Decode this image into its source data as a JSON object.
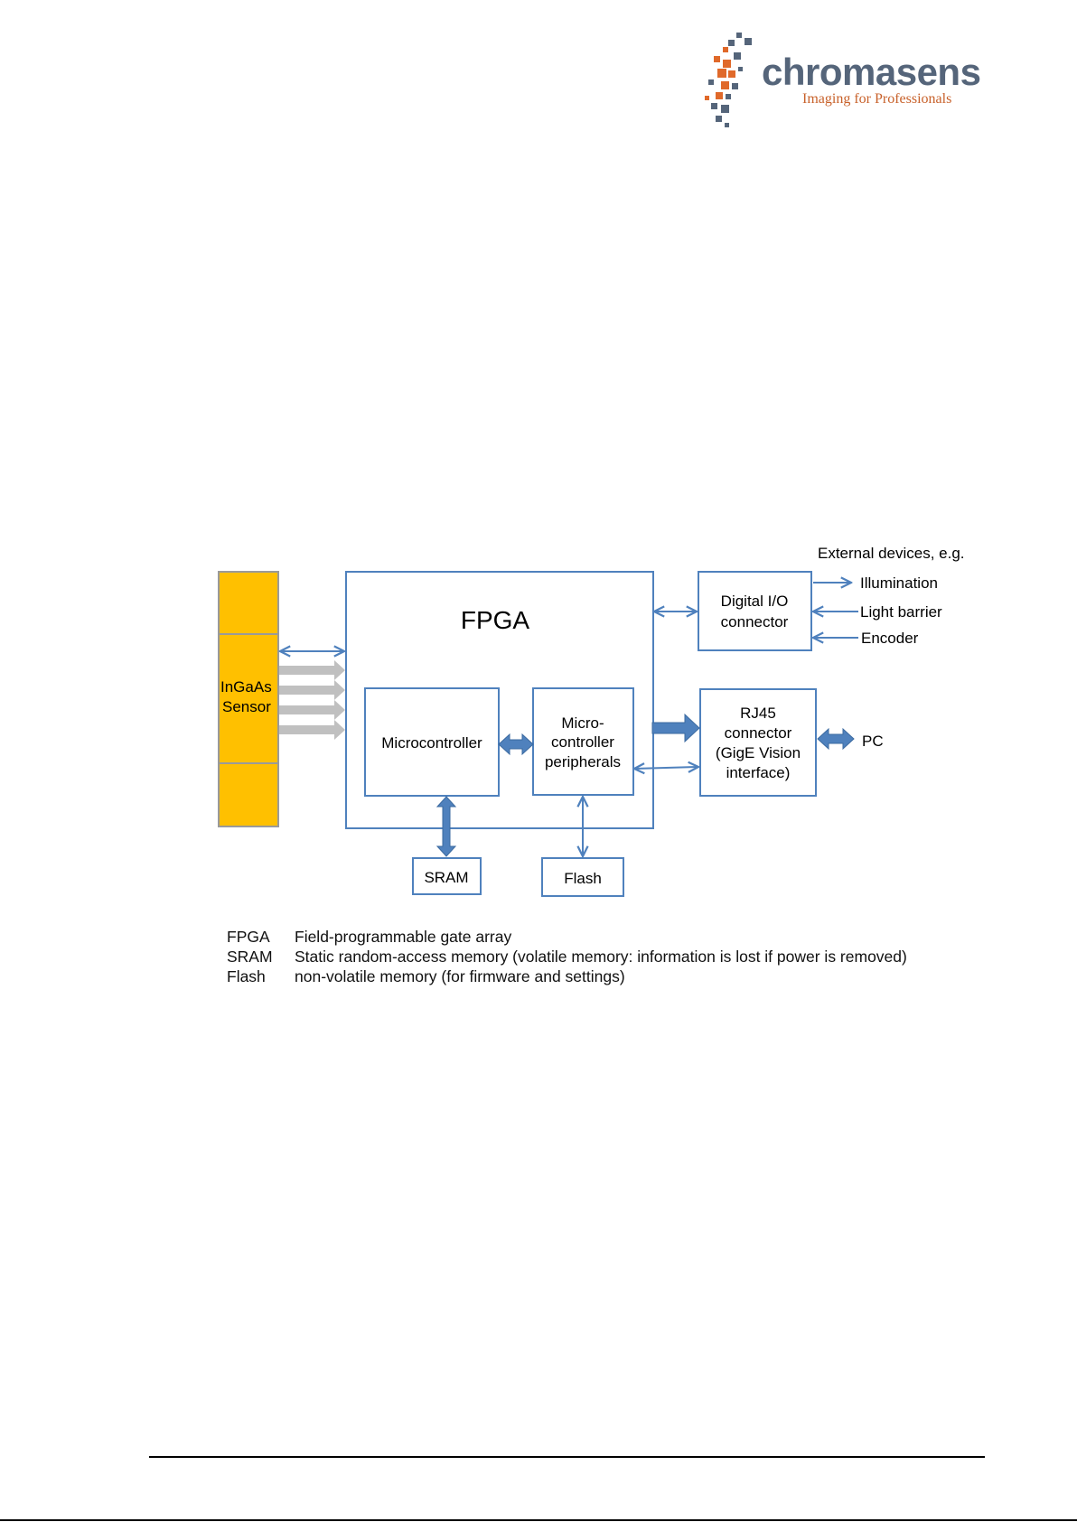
{
  "logo": {
    "brand": "chromasens",
    "tagline": "Imaging for Professionals",
    "colors": {
      "brand": "#55657a",
      "accent": "#e0692a"
    }
  },
  "diagram": {
    "fpga_title": "FPGA",
    "sensor_label_line1": "InGaAs",
    "sensor_label_line2": "Sensor",
    "microcontroller": "Microcontroller",
    "peripherals_line1": "Micro-",
    "peripherals_line2": "controller",
    "peripherals_line3": "peripherals",
    "digital_io_line1": "Digital I/O",
    "digital_io_line2": "connector",
    "rj45_line1": "RJ45",
    "rj45_line2": "connector",
    "rj45_line3": "(GigE Vision",
    "rj45_line4": "interface)",
    "sram": "SRAM",
    "flash": "Flash",
    "external_header": "External devices, e.g.",
    "ext_illumination": "Illumination",
    "ext_light_barrier": "Light barrier",
    "ext_encoder": "Encoder",
    "pc": "PC",
    "colors": {
      "line": "#4f81bd",
      "sensor": "#ffc000",
      "sensor_border": "#9a9a9a",
      "data_arrow": "#c0c0c0"
    }
  },
  "legend": [
    {
      "abbr": "FPGA",
      "desc": "Field-programmable gate array"
    },
    {
      "abbr": "SRAM",
      "desc": "Static random-access memory (volatile memory: information is lost if power is removed)"
    },
    {
      "abbr": "Flash",
      "desc": "non-volatile memory (for firmware and settings)"
    }
  ]
}
